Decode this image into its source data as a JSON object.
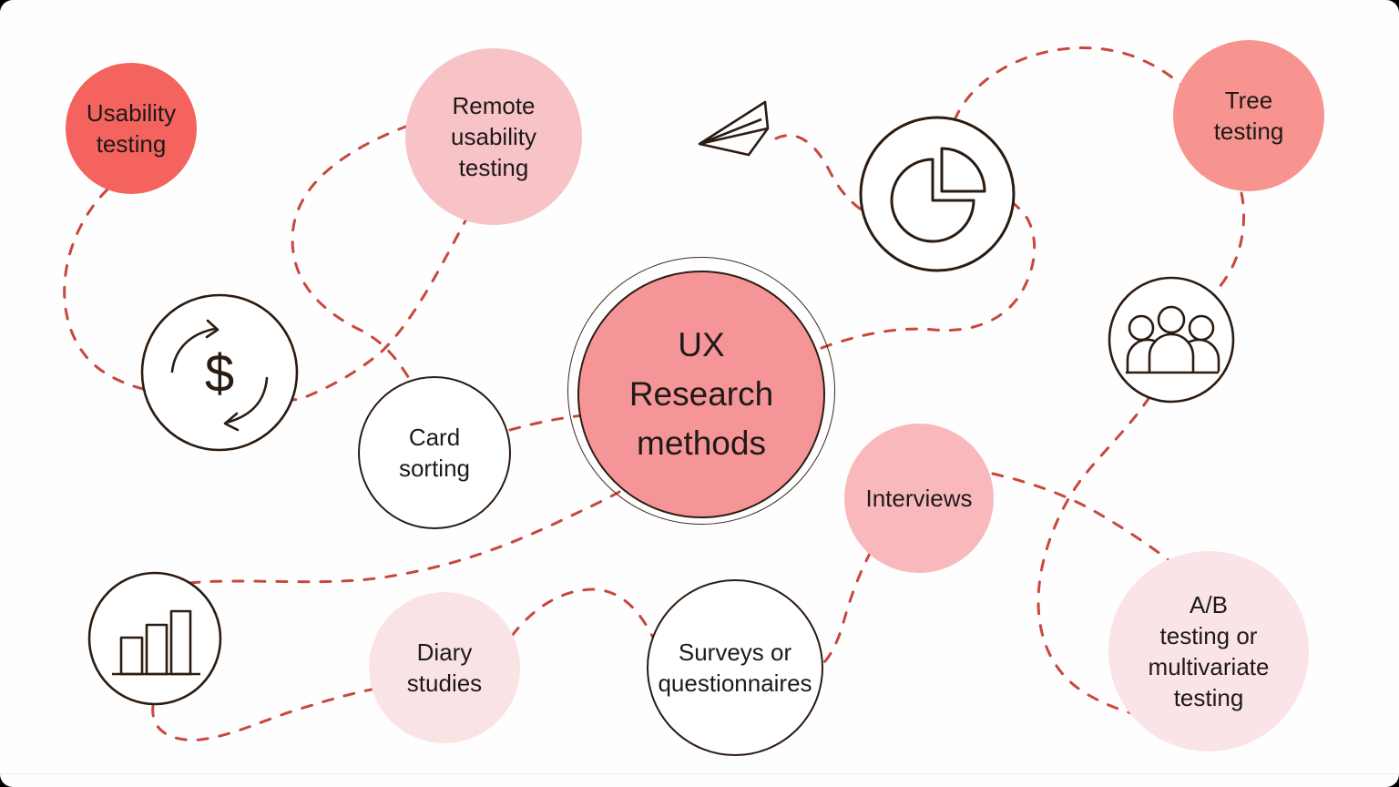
{
  "title": "UX Research methods diagram",
  "colors": {
    "background": "#fffefe",
    "dashed_line": "#c8473e",
    "icon_outline": "#2b1c12",
    "text": "#1e1a19"
  },
  "center": {
    "label": "UX\nResearch\nmethods",
    "fill": "#f59598"
  },
  "nodes": [
    {
      "label": "Usability\ntesting",
      "fill": "#f4635e"
    },
    {
      "label": "Remote\nusability\ntesting",
      "fill": "#f8c3c6"
    },
    {
      "label": "Tree\ntesting",
      "fill": "#f79490"
    },
    {
      "label": "Card\nsorting",
      "fill": "#ffffff"
    },
    {
      "label": "Interviews",
      "fill": "#f9b9bc"
    },
    {
      "label": "A/B\ntesting or\nmultivariate\ntesting",
      "fill": "#fbe4e7"
    },
    {
      "label": "Diary\nstudies",
      "fill": "#fae3e5"
    },
    {
      "label": "Surveys or\nquestionnaires",
      "fill": "#ffffff"
    }
  ],
  "icons": {
    "paper_plane": "paper-plane-icon",
    "pie_chart": "pie-chart-icon",
    "people": "people-icon",
    "dollar_cycle": "dollar-cycle-icon",
    "bar_chart": "bar-chart-icon",
    "dollar_glyph": "$"
  }
}
